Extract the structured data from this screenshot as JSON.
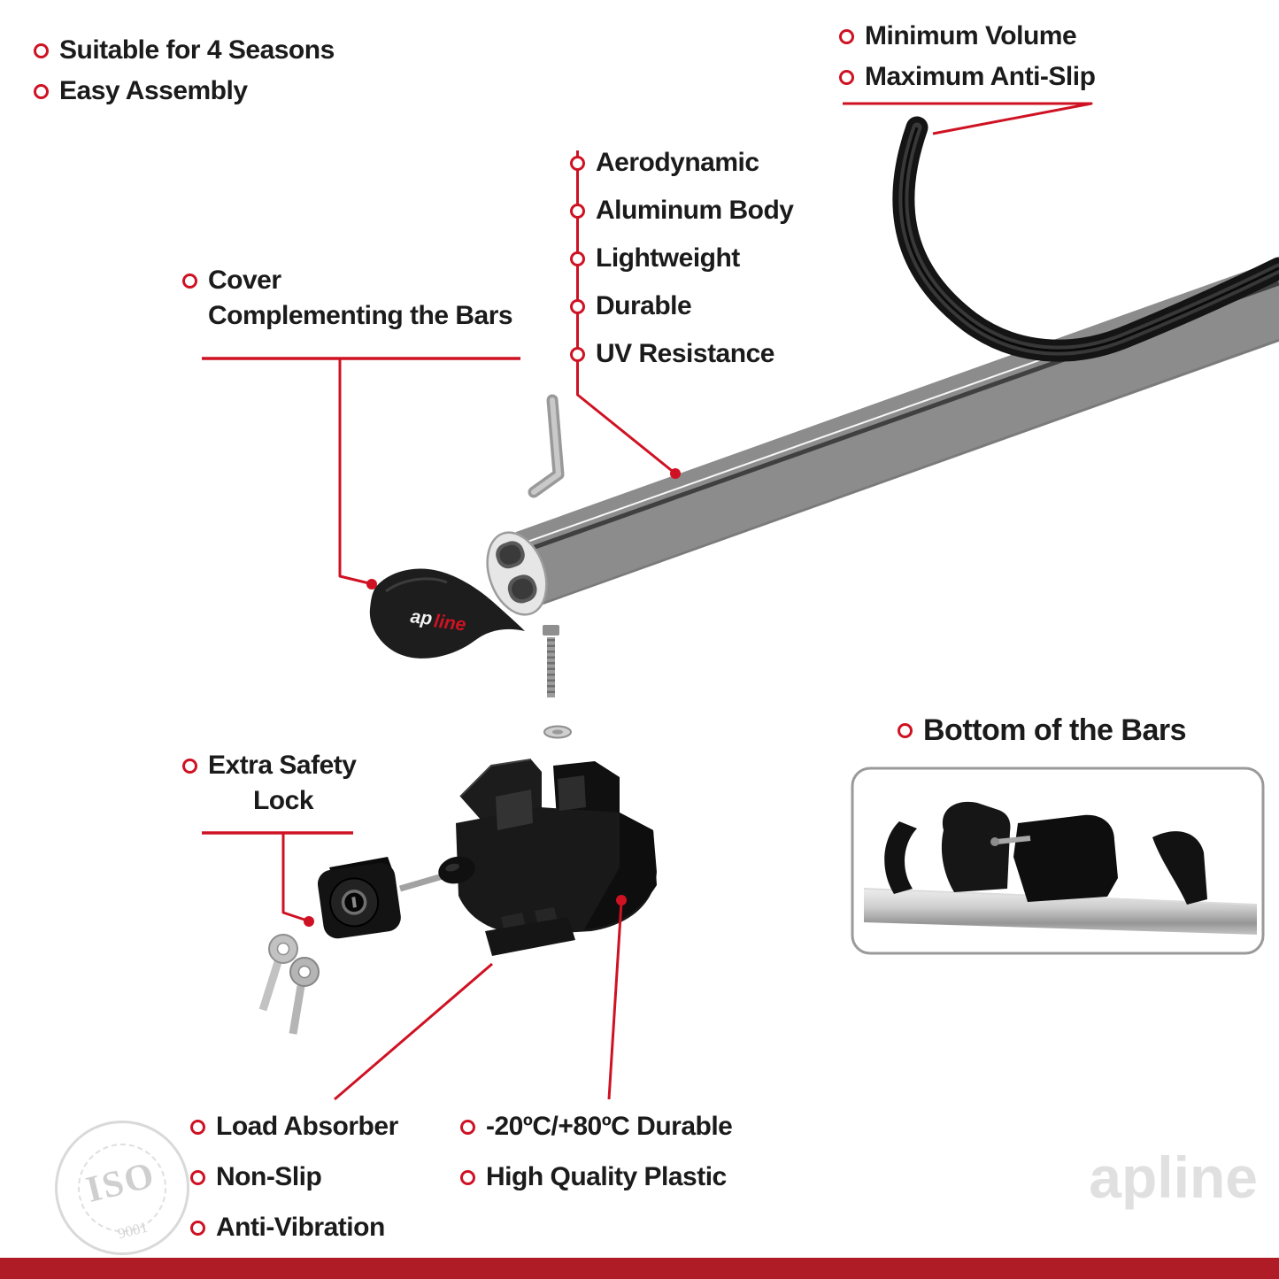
{
  "colors": {
    "accent": "#cf1223",
    "text": "#1b1b1b",
    "bottom_bar": "#b01c26",
    "watermark": "#e0e0e0"
  },
  "top_left": {
    "items": [
      "Suitable for 4 Seasons",
      "Easy Assembly"
    ]
  },
  "top_right": {
    "items": [
      "Minimum Volume",
      "Maximum Anti-Slip"
    ]
  },
  "features": {
    "items": [
      "Aerodynamic",
      "Aluminum Body",
      "Lightweight",
      "Durable",
      "UV Resistance"
    ]
  },
  "cover_label": {
    "line1": "Cover",
    "line2": "Complementing the Bars"
  },
  "lock_label": {
    "line1": "Extra Safety",
    "line2": "Lock"
  },
  "inset": {
    "title": "Bottom of the Bars"
  },
  "bottom_left": {
    "items": [
      "Load Absorber",
      "Non-Slip",
      "Anti-Vibration"
    ]
  },
  "bottom_center": {
    "items": [
      "-20ºC/+80ºC Durable",
      "High Quality Plastic"
    ]
  },
  "brand": {
    "cover_ap": "ap",
    "cover_line": "line",
    "watermark_ap": "ap",
    "watermark_line": "line"
  },
  "stamp": {
    "title": "ISO",
    "number": "9001"
  }
}
